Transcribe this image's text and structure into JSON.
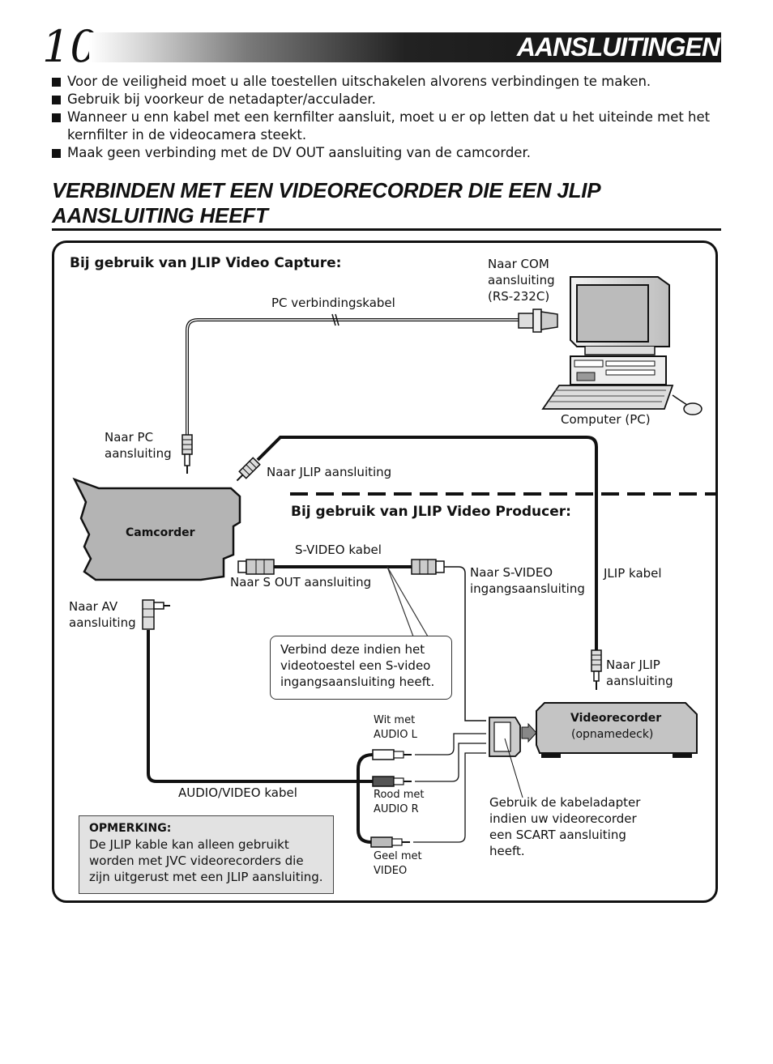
{
  "header": {
    "page_number": "10",
    "title": "AANSLUITINGEN"
  },
  "bullets": [
    "Voor de veiligheid moet u alle toestellen uitschakelen alvorens verbindingen te maken.",
    "Gebruik bij voorkeur de netadapter/acculader.",
    "Wanneer u enn kabel met een kernfilter aansluit, moet u er op letten dat u het uiteinde met het kernfilter in de videocamera steekt.",
    "Maak geen verbinding met de DV OUT aansluiting van de camcorder."
  ],
  "section": {
    "title": "VERBINDEN MET EEN VIDEORECORDER DIE EEN JLIP AANSLUITING HEEFT"
  },
  "diagram": {
    "capture_heading": "Bij gebruik van JLIP Video Capture:",
    "producer_heading": "Bij gebruik van JLIP Video Producer:",
    "naar_com": "Naar COM\naansluiting\n(RS-232C)",
    "pc_cable": "PC verbindingskabel",
    "computer": "Computer (PC)",
    "naar_pc": "Naar PC\naansluiting",
    "naar_jlip_top": "Naar JLIP aansluiting",
    "camcorder": "Camcorder",
    "svideo_cable": "S-VIDEO kabel",
    "naar_s_out": "Naar S OUT aansluiting",
    "naar_svideo_in": "Naar S-VIDEO\ningangsaansluiting",
    "jlip_cable": "JLIP kabel",
    "naar_av": "Naar AV\naansluiting",
    "callout": "Verbind deze indien het videotoestel een S-video ingangsaansluiting heeft.",
    "naar_jlip_bottom": "Naar JLIP\naansluiting",
    "videorecorder": "Videorecorder",
    "opnamedeck": "(opnamedeck)",
    "wit": "Wit met\nAUDIO L",
    "rood": "Rood met\nAUDIO R",
    "geel": "Geel met\nVIDEO",
    "av_cable": "AUDIO/VIDEO kabel",
    "scart_note": "Gebruik de kabeladapter\nindien uw videorecorder\neen SCART aansluiting\nheeft.",
    "note_heading": "OPMERKING:",
    "note_text": "De JLIP kable kan alleen gebruikt worden met JVC videorecorders die zijn uitgerust met een JLIP aansluiting."
  }
}
